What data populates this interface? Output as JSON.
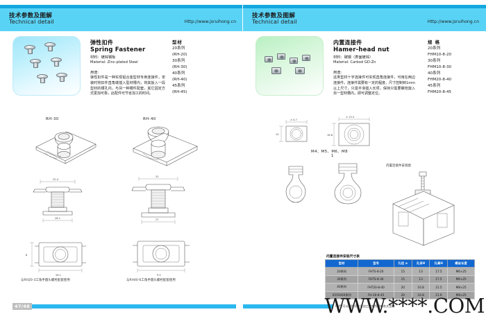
{
  "left_page": {
    "header": {
      "title_cn": "技术参数及图解",
      "title_en": "Technical detail",
      "url": "Http://www.jsruihong.cn"
    },
    "product": {
      "name_cn": "弹性扣件",
      "name_en": "Spring Fastener",
      "material_cn": "材料：镀锌钢板",
      "material_en": "Material:  Zinc-plated Steel",
      "usage_label": "用途:",
      "usage_text": "弹性扣件是一种实现铝合金型材专用连接件，安装时将扣件直角端插入型材槽内，将其扳入一段型材的槽孔内，与另一种槽件配套，其它固定方式更加可靠，此配件可节省加工的时间。"
    },
    "spec": {
      "header": "型材",
      "items": [
        "20系列",
        "(RH-20)",
        "30系列",
        "(RH-30)",
        "40系列",
        "(RH-40)",
        "45系列",
        "(RH-45)"
      ]
    },
    "drawings": {
      "label_left": "RH-30",
      "label_right": "RH-40",
      "caption_left": "与RH20-3工角手圆头螺栓配套使用",
      "caption_right": "与RH40-6工角手圆头螺栓配套使用",
      "dims_left": [
        "25.4",
        "28.1",
        "8"
      ],
      "dims_right": [
        "31",
        "27",
        "9.5"
      ]
    },
    "footer": {
      "page_number": "47/48"
    }
  },
  "right_page": {
    "header": {
      "title_cn": "技术参数及图解",
      "title_en": "Technical detail",
      "url": "Http://www.jsruihong.cn"
    },
    "product": {
      "name_cn": "内置连接件",
      "name_en": "Hamer-head nut",
      "material_cn": "材料：碳钢（表面镀锌）",
      "material_en": "Material:  Carbod GD-Zn",
      "usage_label": "用途:",
      "usage_text": "这类型材十字连接件可实现直角连接件，可用在两边连接件，连接件需要有一定的程度，尺寸控制到1mm以上尺寸，只需平滑插入长项，保持只需要螺栓旋入另一型材槽内，即可调整定位。"
    },
    "spec": {
      "header": "规  格",
      "items": [
        "20系列",
        "FHM10-8-20",
        "30系列",
        "FHM10-8-30",
        "40系列",
        "FHM20-8-40",
        "45系列",
        "FHM20-8-45"
      ]
    },
    "drawings": {
      "thread_label": "M4、M5、M6、M8",
      "thread_sub": "1",
      "assembly_label": "内置连接件安装图",
      "dims": [
        "≠ 4.7",
        "≠ 15.3",
        "10",
        "16.8"
      ]
    },
    "table": {
      "title": "内置连接件安装尺寸表",
      "columns": [
        "型材",
        "型号",
        "孔径 a",
        "孔深H",
        "孔高H",
        "螺丝长度"
      ],
      "rows": [
        [
          "20系列",
          "FHTS-8-20",
          "15",
          "13",
          "17.5",
          "M6×25"
        ],
        [
          "30系列",
          "FHTS-8-30",
          "15",
          "13",
          "17.5",
          "M6×25"
        ],
        [
          "40系列",
          "FHT20-8-40",
          "20",
          "16.8",
          "21.5",
          "M8×25"
        ],
        [
          "45/50/60系列",
          "FH-20-8-45",
          "20",
          "16.8",
          "21.6",
          "M8×25"
        ]
      ]
    },
    "footer": {
      "note": "RH型可以成批用户另加工定做所需的各式型材",
      "watermark": "WWW.****.COM"
    }
  }
}
